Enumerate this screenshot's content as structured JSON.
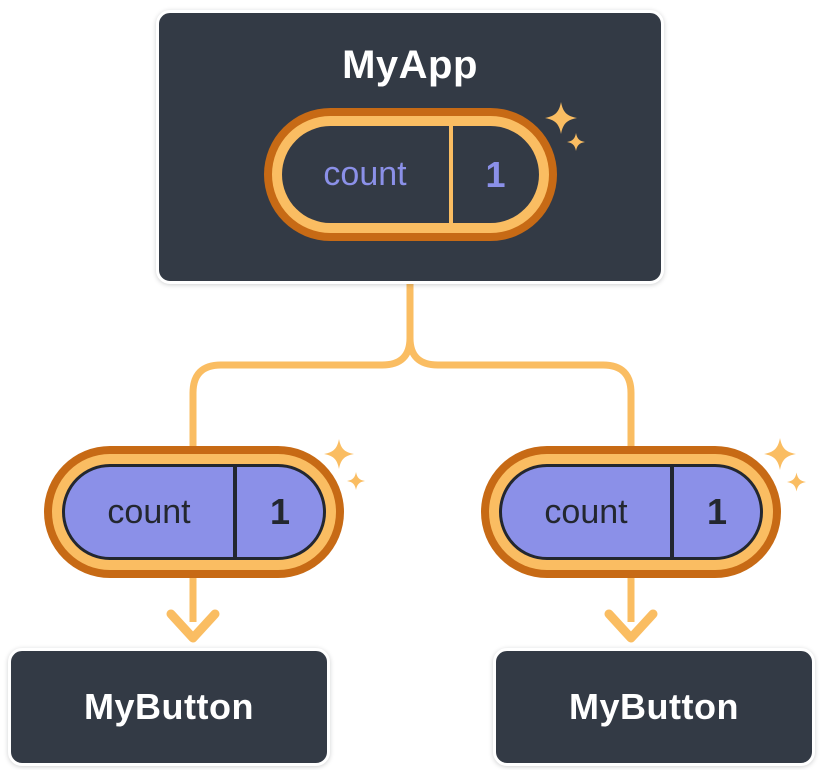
{
  "colors": {
    "slate": "#333A45",
    "slate_deep": "#23272F",
    "orange_dark": "#C76A15",
    "orange_light": "#FABD62",
    "purple": "#8B90E8",
    "white": "#FFFFFF"
  },
  "app": {
    "label": "MyApp",
    "state": {
      "name": "count",
      "value": "1"
    }
  },
  "children": [
    {
      "label": "MyButton",
      "prop": {
        "name": "count",
        "value": "1"
      }
    },
    {
      "label": "MyButton",
      "prop": {
        "name": "count",
        "value": "1"
      }
    }
  ]
}
